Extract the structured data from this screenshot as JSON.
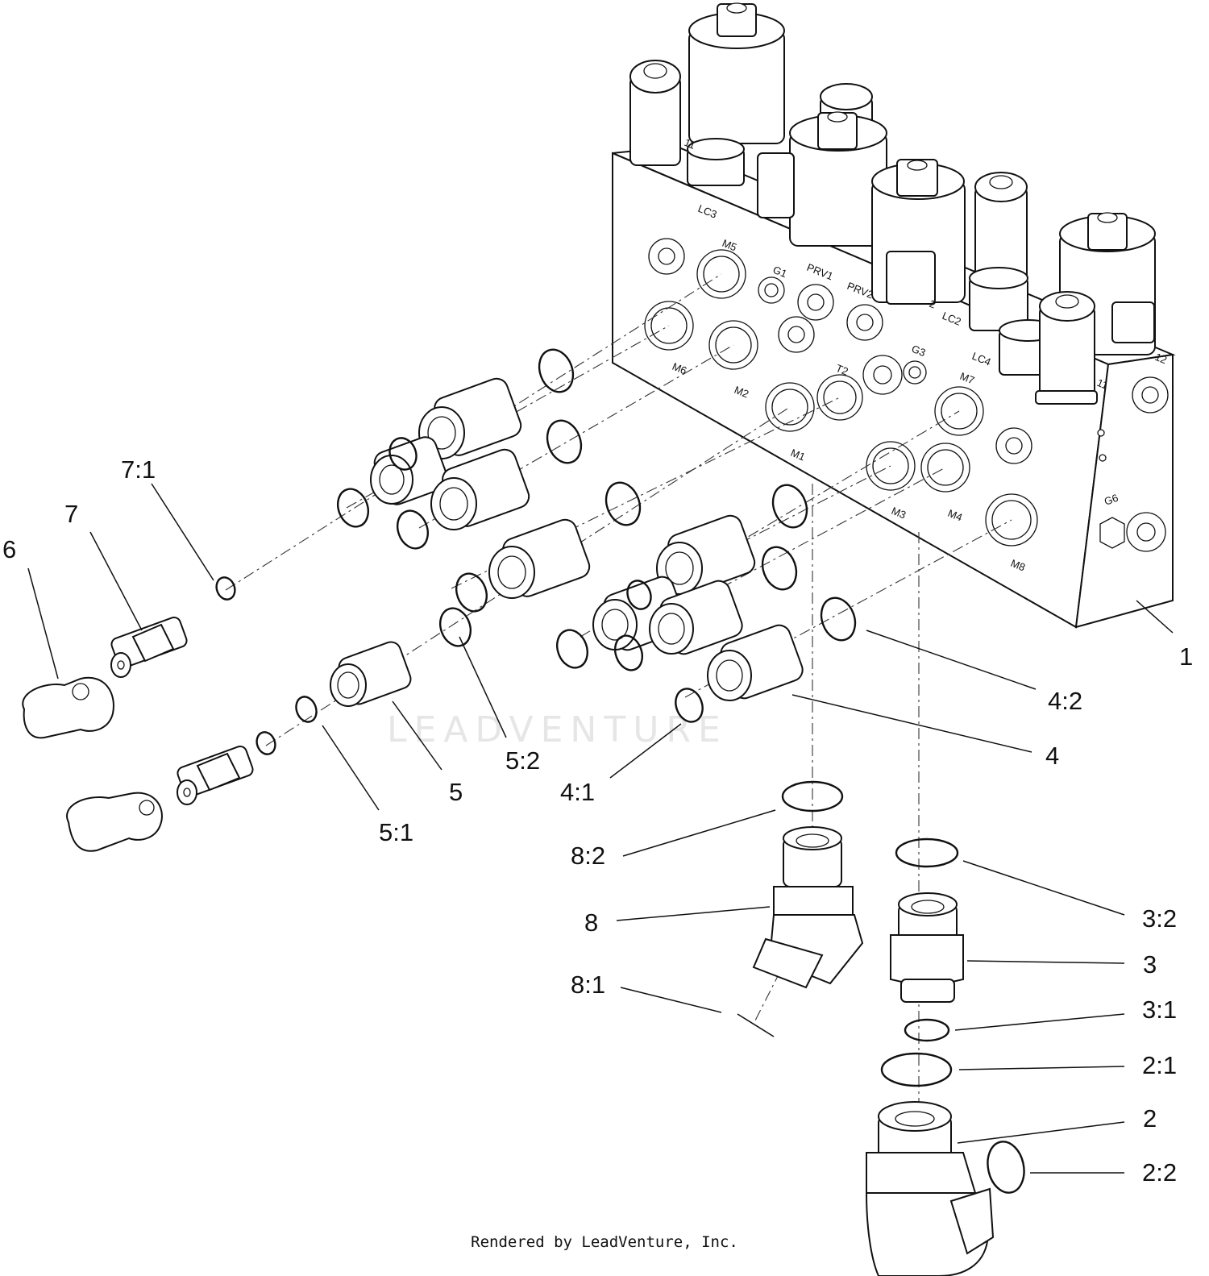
{
  "watermark": "LEADVENTURE",
  "footer": "Rendered by LeadVenture, Inc.",
  "callouts": {
    "c1": "1",
    "c2": "2",
    "c2_1": "2:1",
    "c2_2": "2:2",
    "c3": "3",
    "c3_1": "3:1",
    "c3_2": "3:2",
    "c4": "4",
    "c4_1": "4:1",
    "c4_2": "4:2",
    "c5": "5",
    "c5_1": "5:1",
    "c5_2": "5:2",
    "c6": "6",
    "c7": "7",
    "c7_1": "7:1",
    "c8": "8",
    "c8_1": "8:1",
    "c8_2": "8:2"
  },
  "ports": {
    "lc3": "LC3",
    "m5": "M5",
    "g1": "G1",
    "prv1": "PRV1",
    "prv2": "PRV2",
    "lc2": "LC2",
    "lc4": "LC4",
    "g3": "G3",
    "t2": "T2",
    "m7": "M7",
    "m6": "M6",
    "m2": "M2",
    "m1": "M1",
    "m3": "M3",
    "m4": "M4",
    "m8": "M8",
    "g6": "G6",
    "v11": "11",
    "v12": "12",
    "v2": "2"
  }
}
